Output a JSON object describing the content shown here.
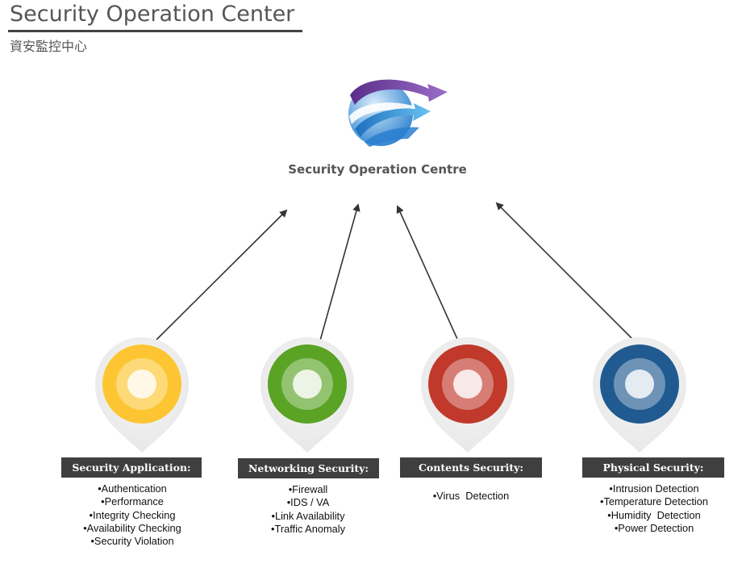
{
  "header": {
    "title": "Security Operation Center",
    "subtitle": "資安監控中心"
  },
  "center": {
    "label": "Security Operation Centre",
    "logo_colors": [
      "#6b3d9a",
      "#2b8fd6"
    ]
  },
  "nodes": [
    {
      "label": "Security Application:",
      "color": "#fdc531",
      "items": [
        "•Authentication",
        "•Performance",
        "•Integrity Checking",
        "•Availability Checking",
        "•Security Violation"
      ]
    },
    {
      "label": "Networking Security:",
      "color": "#5aa325",
      "items": [
        "•Firewall",
        "•IDS / VA",
        "•Link Availability",
        "•Traffic Anomaly"
      ]
    },
    {
      "label": "Contents Security:",
      "color": "#c0392b",
      "items": [
        "•Virus  Detection"
      ]
    },
    {
      "label": "Physical Security:",
      "color": "#205a91",
      "items": [
        "•Intrusion Detection",
        "•Temperature Detection",
        "•Humidity  Detection",
        "•Power Detection"
      ]
    }
  ]
}
